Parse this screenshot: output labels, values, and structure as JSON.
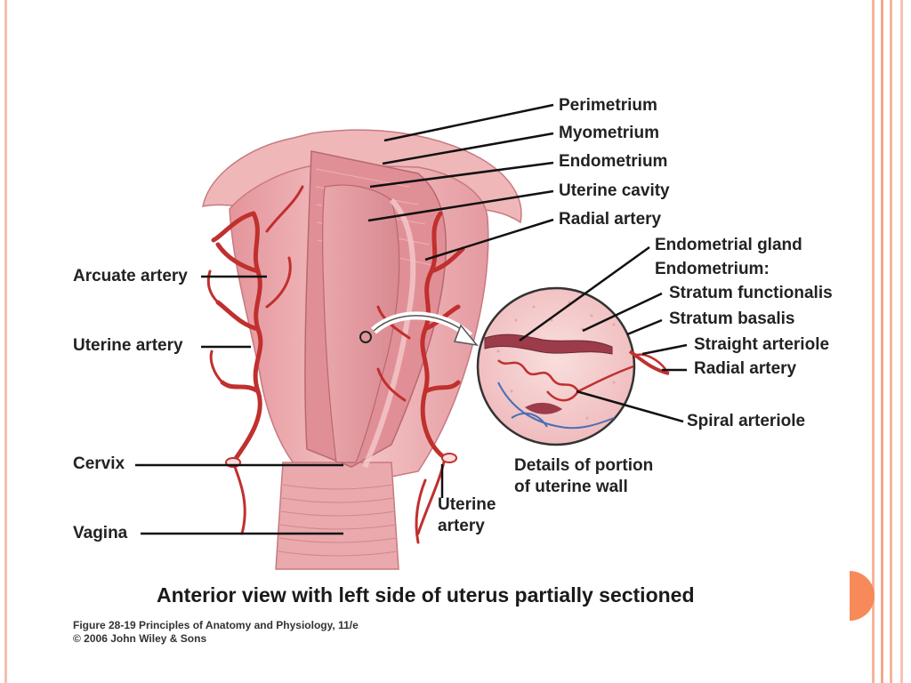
{
  "labels": {
    "perimetrium": "Perimetrium",
    "myometrium": "Myometrium",
    "endometrium": "Endometrium",
    "uterine_cavity": "Uterine cavity",
    "radial_artery": "Radial artery",
    "endometrial_gland": "Endometrial gland",
    "endometrium_colon": "Endometrium:",
    "stratum_functionalis": "Stratum functionalis",
    "stratum_basalis": "Stratum basalis",
    "straight_arteriole": "Straight arteriole",
    "radial_artery_detail": "Radial artery",
    "spiral_arteriole": "Spiral arteriole",
    "details_line1": "Details of portion",
    "details_line2": "of uterine wall",
    "arcuate_artery": "Arcuate artery",
    "uterine_artery": "Uterine artery",
    "cervix": "Cervix",
    "vagina": "Vagina",
    "uterine_artery_right_line1": "Uterine",
    "uterine_artery_right_line2": "artery"
  },
  "caption": "Anterior view with left side of uterus partially sectioned",
  "figure_note": {
    "line1": "Figure 28-19  Principles of Anatomy and Physiology, 11/e",
    "line2": "© 2006 John Wiley & Sons"
  },
  "colors": {
    "tissue": "#e8a2a6",
    "tissue_light": "#f3c6c6",
    "artery": "#c0302e",
    "vein": "#4a6fb5",
    "accent_orange": "#f7895a",
    "frame_peach": "#f6b49a"
  }
}
